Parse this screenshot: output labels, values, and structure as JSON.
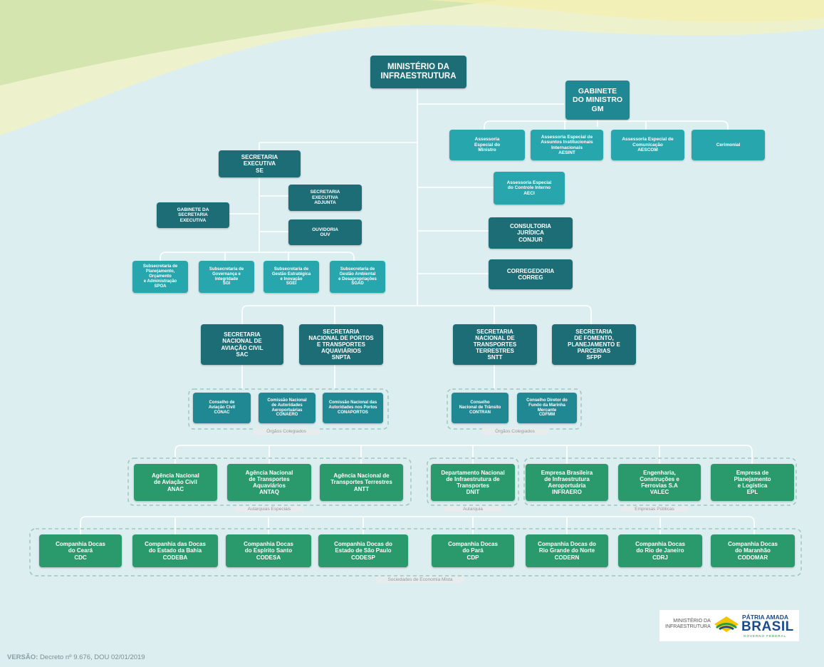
{
  "top": {
    "ministry": "MINISTÉRIO DA\nINFRAESTRUTURA"
  },
  "gm": {
    "gabinete": "GABINETE\nDO MINISTRO\nGM",
    "items": [
      "Assessoria\nEspecial do\nMinistro",
      "Assessoria Especial de\nAssuntos Institucionais\nInternacionais\nAESINT",
      "Assessoria Especial de\nComunicação\nAESCOM",
      "Cerimonial"
    ]
  },
  "right_units": {
    "aeci": "Assessoria Especial\ndo Controle Interno\nAECI",
    "conjur": "CONSULTORIA\nJURÍDICA\nCONJUR",
    "correg": "CORREGEDORIA\nCORREG"
  },
  "se": {
    "title": "SECRETARIA\nEXECUTIVA\nSE",
    "gabinete": "GABINETE DA\nSECRETARIA\nEXECUTIVA",
    "adjunta": "SECRETARIA\nEXECUTIVA\nADJUNTA",
    "ouvidoria": "OUVIDORIA\nOUV",
    "subs": [
      "Subsecretaria de\nPlanejamento,\nOrçamento\ne Administração\nSPOA",
      "Subsecretaria de\nGovernança e\nIntegridade\nSGI",
      "Subsecretaria de\nGestão Estratégica\ne Inovação\nSGEI",
      "Subsecretaria de\nGestão Ambiental\ne Desapropriações\nSGAD"
    ]
  },
  "secretarias": [
    "SECRETARIA\nNACIONAL DE\nAVIAÇÃO CIVIL\nSAC",
    "SECRETARIA\nNACIONAL DE PORTOS\nE TRANSPORTES\nAQUAVIÁRIOS\nSNPTA",
    "SECRETARIA\nNACIONAL DE\nTRANSPORTES\nTERRESTRES\nSNTT",
    "SECRETARIA\nDE FOMENTO,\nPLANEJAMENTO E\nPARCERIAS\nSFPP"
  ],
  "colegiados": {
    "left": [
      "Conselho de\nAviação Civil\nCONAC",
      "Comissão Nacional\nde Autoridades\nAeroportuárias\nCONAERO",
      "Comissão Nacional das\nAutoridades nos Portos\nCONAPORTOS"
    ],
    "right": [
      "Conselho\nNacional de Trânsito\nCONTRAN",
      "Conselho Diretor do\nFundo da Marinha\nMercante\nCDFMM"
    ],
    "label": "Órgãos Colegiados"
  },
  "entidades": {
    "autarquias_especiais": [
      "Agência Nacional\nde Aviação Civil\nANAC",
      "Agência Nacional\nde Transportes\nAquaviários\nANTAQ",
      "Agência Nacional de\nTransportes Terrestres\nANTT"
    ],
    "autarquias_especiais_label": "Autarquias Especiais",
    "autarquia": [
      "Departamento Nacional\nde Infraestrutura de\nTransportes\nDNIT"
    ],
    "autarquia_label": "Autarquia",
    "empresas_publicas": [
      "Empresa Brasileira\nde Infraestrutura\nAeroportuária\nINFRAERO",
      "Engenharia,\nConstruções e\nFerrovias S.A\nVALEC",
      "Empresa de\nPlanejamento\ne Logística\nEPL"
    ],
    "empresas_publicas_label": "Empresas Públicas"
  },
  "docas": {
    "items": [
      "Companhia Docas\ndo Ceará\nCDC",
      "Companhia das Docas\ndo Estado da Bahia\nCODEBA",
      "Companhia Docas\ndo Espírito Santo\nCODESA",
      "Companhia Docas do\nEstado de São Paulo\nCODESP",
      "Companhia Docas\ndo Pará\nCDP",
      "Companhia Docas do\nRio Grande do Norte\nCODERN",
      "Companhia Docas\ndo Rio de Janeiro\nCDRJ",
      "Companhia Docas\ndo Maranhão\nCODOMAR"
    ],
    "label": "Sociedades de Economia Mista"
  },
  "footer": {
    "version_label": "VERSÃO:",
    "version_text": "Decreto nº 9.676, DOU 02/01/2019"
  },
  "logos": {
    "ministry": "MINISTÉRIO DA\nINFRAESTRUTURA",
    "patria": "PÁTRIA AMADA",
    "brasil": "BRASIL",
    "governo": "GOVERNO FEDERAL"
  },
  "colors": {
    "background": "#dceef0",
    "dark_teal": "#1d6d76",
    "teal": "#27a7ad",
    "green": "#2a9a6c",
    "line": "#ffffff",
    "dash": "#9fc7bd"
  }
}
